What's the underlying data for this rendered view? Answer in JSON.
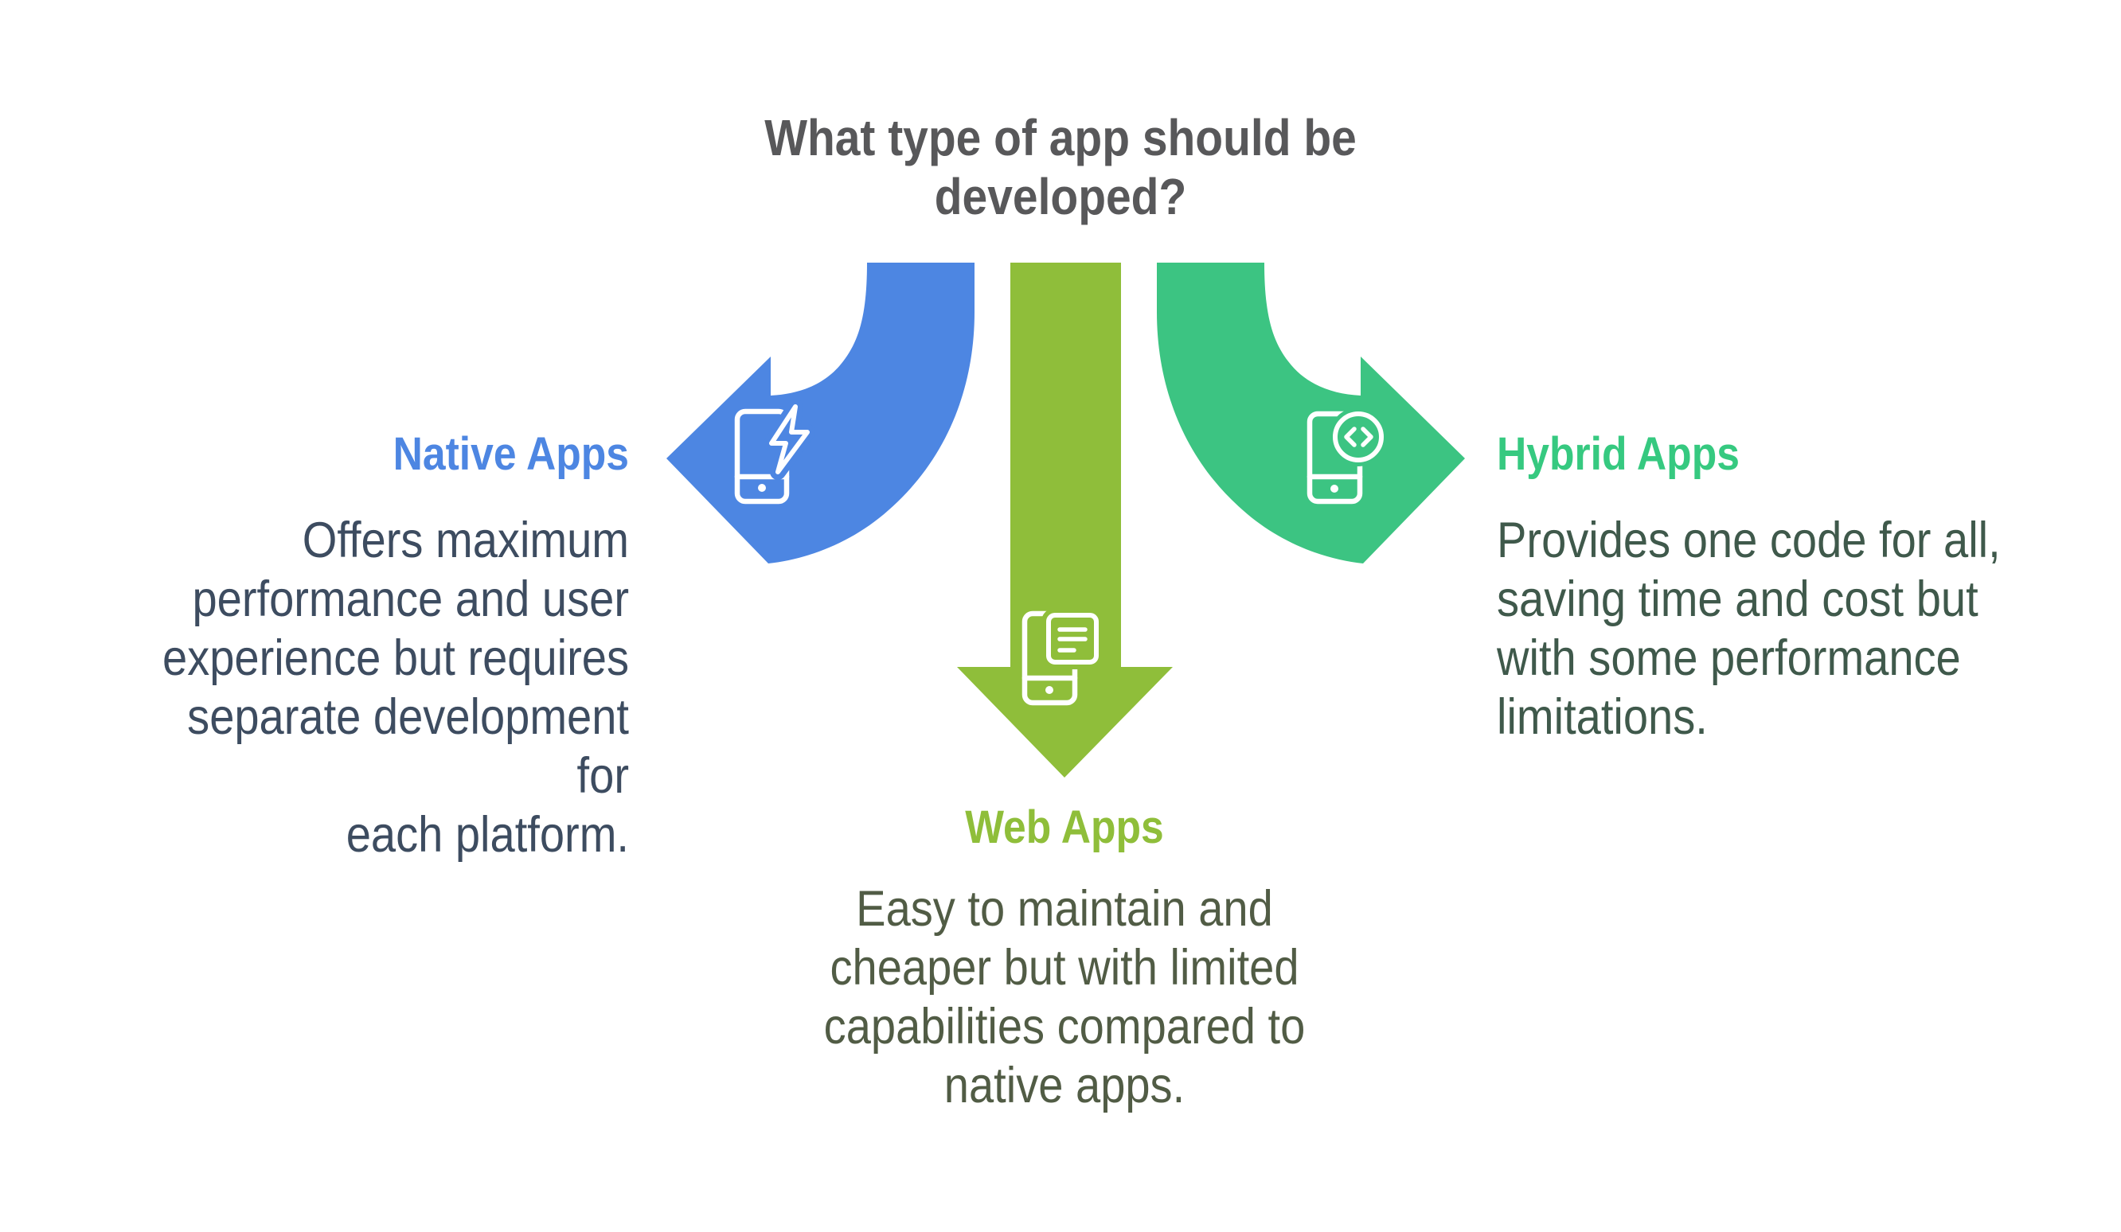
{
  "title": {
    "text": "What type of app should be\ndeveloped?",
    "color": "#58585a"
  },
  "branches": [
    {
      "name": "Native Apps",
      "description": "Offers maximum\nperformance and user\nexperience but requires\nseparate development for\neach platform.",
      "direction": "left",
      "arrow_color": "#4d86e2",
      "heading_color": "#4d86e2",
      "text_color": "#3d4c60",
      "icon": "phone-lightning-icon"
    },
    {
      "name": "Web Apps",
      "description": "Easy to maintain and\ncheaper but with limited\ncapabilities compared to\nnative apps.",
      "direction": "down",
      "arrow_color": "#8fbe3a",
      "heading_color": "#8fbe3a",
      "text_color": "#515c45",
      "icon": "phone-webpage-icon"
    },
    {
      "name": "Hybrid Apps",
      "description": "Provides one code for all,\nsaving time and cost but\nwith some performance\nlimitations.",
      "direction": "right",
      "arrow_color": "#3cc482",
      "heading_color": "#36c980",
      "text_color": "#3f594b",
      "icon": "phone-code-icon"
    }
  ]
}
